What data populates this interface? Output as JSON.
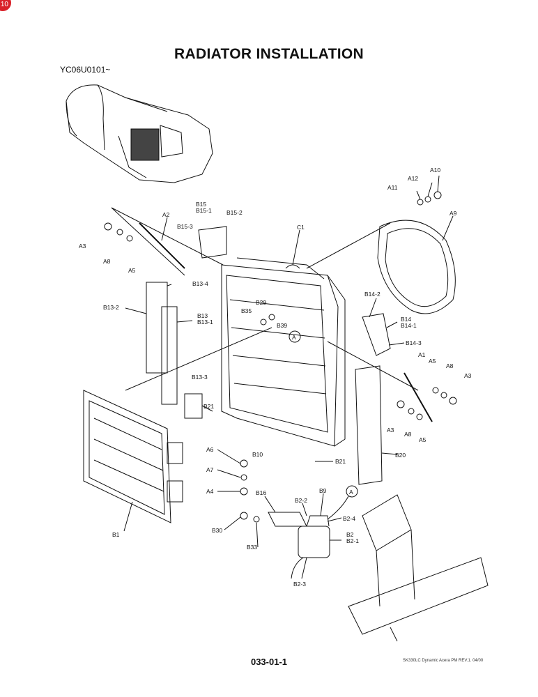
{
  "badge": "10",
  "title": "RADIATOR INSTALLATION",
  "serial": "YC06U0101~",
  "page_number": "033-01-1",
  "footer": "SK330LC Dynamic Acera PM REV.1. 04/00",
  "callouts": {
    "A10": "A10",
    "A12": "A12",
    "A11": "A11",
    "A9": "A9",
    "B15": "B15",
    "B15_1": "B15-1",
    "B15_2": "B15-2",
    "B15_3": "B15-3",
    "A2_top": "A2",
    "C1": "C1",
    "A3_left": "A3",
    "A8_left": "A8",
    "A5_left": "A5",
    "B13_4": "B13-4",
    "B13_2": "B13-2",
    "B13": "B13",
    "B13_1": "B13-1",
    "B29": "B29",
    "B35": "B35",
    "B39": "B39",
    "B14_2": "B14-2",
    "B14": "B14",
    "B14_1": "B14-1",
    "B14_3": "B14-3",
    "A1": "A1",
    "A5_right": "A5",
    "A8_right": "A8",
    "A3_right": "A3",
    "A3_mid": "A3",
    "A8_mid": "A8",
    "A5_mid": "A5",
    "B13_3": "B13-3",
    "B21_top": "B21",
    "B21_bottom": "B21",
    "A6": "A6",
    "B10": "B10",
    "A7": "A7",
    "A4": "A4",
    "B20": "B20",
    "B16": "B16",
    "B2_2": "B2-2",
    "B9": "B9",
    "B2_4": "B2-4",
    "B2": "B2",
    "B2_1": "B2-1",
    "B2_3": "B2-3",
    "B30": "B30",
    "B33": "B33",
    "B1": "B1",
    "ref_A_top": "A",
    "ref_A_bottom": "A"
  }
}
